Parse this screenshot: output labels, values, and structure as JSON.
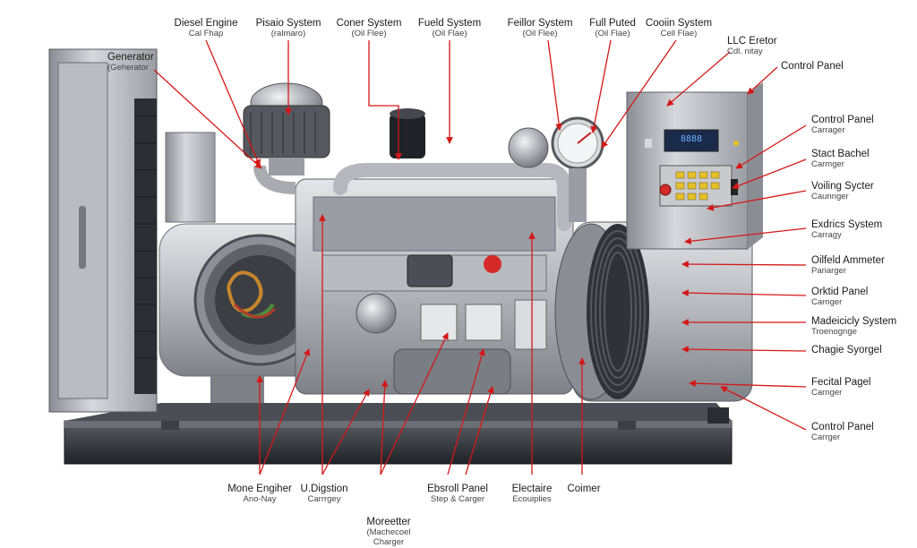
{
  "labels": {
    "top": [
      {
        "main": "Diesel Engine",
        "sub": "Cal Fhap"
      },
      {
        "main": "Pisaio System",
        "sub": "(ralmaro)"
      },
      {
        "main": "Coner System",
        "sub": "(Oil Flee)"
      },
      {
        "main": "Fueld System",
        "sub": "(Oil Flae)"
      },
      {
        "main": "Feillor System",
        "sub": "(Oil Flee)"
      },
      {
        "main": "Full Puted",
        "sub": "(Oil Flae)"
      },
      {
        "main": "Cooiin System",
        "sub": "Cell Flae)"
      }
    ],
    "left_generator": {
      "main": "Generator",
      "sub": "(Geherator"
    },
    "right": [
      {
        "main": "LLC Eretor",
        "sub": "Cdl. nitay"
      },
      {
        "main": "Control Panel",
        "sub": ""
      },
      {
        "main": "Control Panel",
        "sub": "Carrager"
      },
      {
        "main": "Stact Bachel",
        "sub": "Carmger"
      },
      {
        "main": "Voiling Sycter",
        "sub": "Caunnger"
      },
      {
        "main": "Exdrics System",
        "sub": "Carragy"
      },
      {
        "main": "Oilfeld Ammeter",
        "sub": "Pariarger"
      },
      {
        "main": "Orktid Panel",
        "sub": "Carnger"
      },
      {
        "main": "Madeicicly System",
        "sub": "Troenognge"
      },
      {
        "main": "Chagie Syorgel",
        "sub": ""
      },
      {
        "main": "Fecital Pagel",
        "sub": "Carnger"
      },
      {
        "main": "Control Panel",
        "sub": "Carrger"
      }
    ],
    "bottom": [
      {
        "main": "Mone Engiher",
        "sub": "Ano-Nay"
      },
      {
        "main": "U.Digstion",
        "sub": "Carrrgey"
      },
      {
        "main": "Moreetter",
        "sub": "(Machecoel\nCharger"
      },
      {
        "main": "Ebsroll Panel",
        "sub": "Step & Carger"
      },
      {
        "main": "Electaire",
        "sub": "Ecouiplies"
      },
      {
        "main": "Coimer",
        "sub": ""
      }
    ]
  },
  "panel_display": "8888",
  "colors": {
    "leader": "#d41818",
    "metal": "#a9acb1",
    "frame": "#3a3d42"
  }
}
